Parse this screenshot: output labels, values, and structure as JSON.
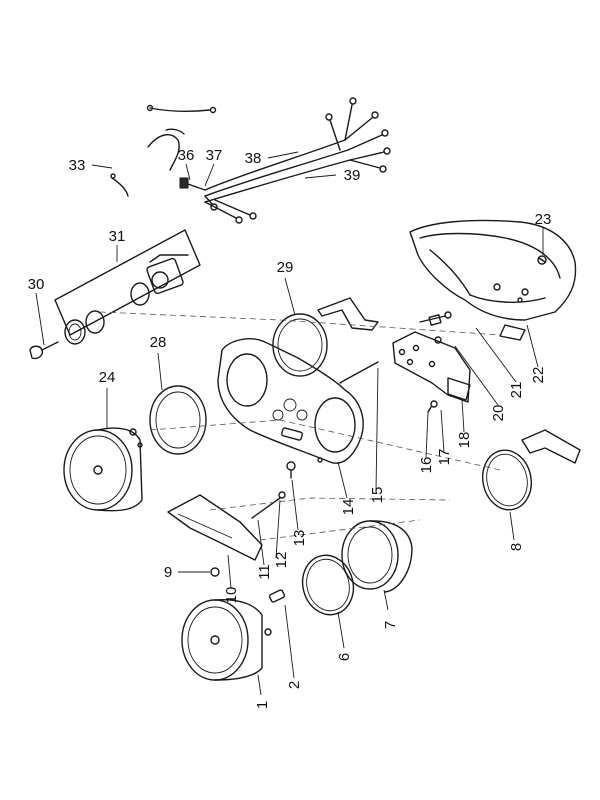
{
  "diagram": {
    "callouts": [
      {
        "id": "c1",
        "text": "1"
      },
      {
        "id": "c2",
        "text": "2"
      },
      {
        "id": "c6",
        "text": "6"
      },
      {
        "id": "c7",
        "text": "7"
      },
      {
        "id": "c8",
        "text": "8"
      },
      {
        "id": "c9",
        "text": "9"
      },
      {
        "id": "c10",
        "text": "10"
      },
      {
        "id": "c11",
        "text": "11"
      },
      {
        "id": "c12",
        "text": "12"
      },
      {
        "id": "c13",
        "text": "13"
      },
      {
        "id": "c14",
        "text": "14"
      },
      {
        "id": "c15",
        "text": "15"
      },
      {
        "id": "c16",
        "text": "16"
      },
      {
        "id": "c17",
        "text": "17"
      },
      {
        "id": "c18",
        "text": "18"
      },
      {
        "id": "c20",
        "text": "20"
      },
      {
        "id": "c21",
        "text": "21"
      },
      {
        "id": "c22",
        "text": "22"
      },
      {
        "id": "c23",
        "text": "23"
      },
      {
        "id": "c24",
        "text": "24"
      },
      {
        "id": "c28",
        "text": "28"
      },
      {
        "id": "c29",
        "text": "29"
      },
      {
        "id": "c30",
        "text": "30"
      },
      {
        "id": "c31",
        "text": "31"
      },
      {
        "id": "c33",
        "text": "33"
      },
      {
        "id": "c36",
        "text": "36"
      },
      {
        "id": "c37",
        "text": "37"
      },
      {
        "id": "c38",
        "text": "38"
      },
      {
        "id": "c39",
        "text": "39"
      }
    ]
  }
}
